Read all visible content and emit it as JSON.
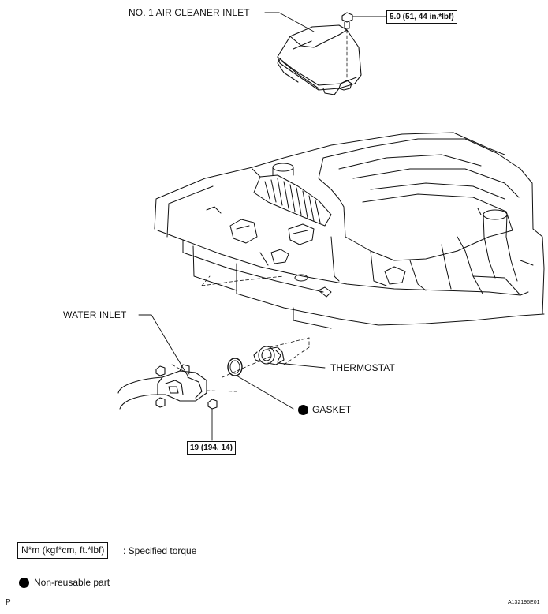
{
  "labels": {
    "air_cleaner_inlet": "NO. 1 AIR CLEANER INLET",
    "water_inlet": "WATER INLET",
    "thermostat": "THERMOSTAT",
    "gasket": "GASKET"
  },
  "torques": {
    "bolt": "5.0 (51, 44 in.*lbf)",
    "nut": "19 (194, 14)"
  },
  "legend": {
    "torque_units": "N*m (kgf*cm, ft.*lbf)",
    "torque_desc": ": Specified torque",
    "nonreusable_desc": "Non-reusable part"
  },
  "footer": {
    "left": "P",
    "figure_id": "A132196E01"
  }
}
